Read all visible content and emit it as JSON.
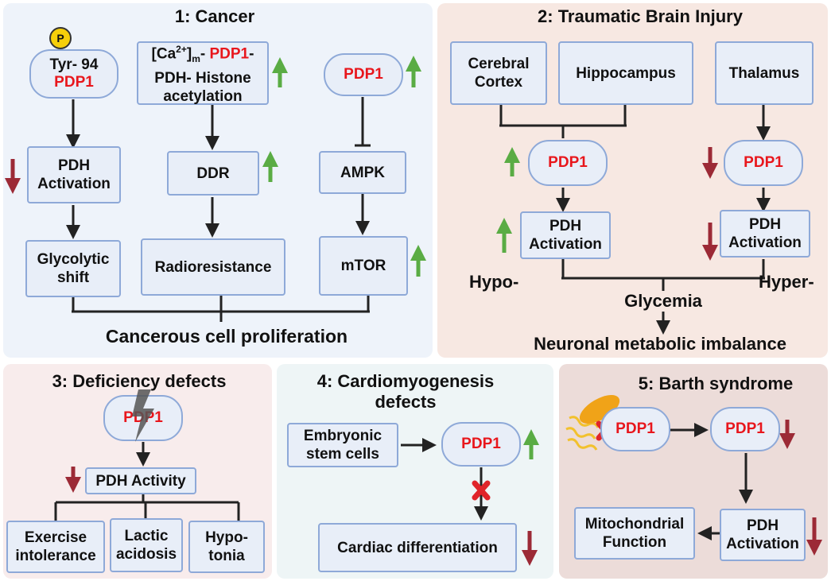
{
  "panels": {
    "cancer": {
      "title": "1: Cancer",
      "phospho_badge": "P",
      "tyr_line1": "Tyr- 94",
      "tyr_line2": "PDP1",
      "ca_pre": "[Ca",
      "ca_sup": "2+",
      "ca_mid": "]",
      "ca_sub": "m",
      "ca_dash": "- ",
      "ca_pdp1": "PDP1",
      "ca_after": "-",
      "ca_line2": "PDH- Histone",
      "ca_line3": "acetylation",
      "pdp1": "PDP1",
      "pdh_line1": "PDH",
      "pdh_line2": "Activation",
      "ddr": "DDR",
      "ampk": "AMPK",
      "glyco_line1": "Glycolytic",
      "glyco_line2": "shift",
      "radio": "Radioresistance",
      "mtor": "mTOR",
      "outcome": "Cancerous cell proliferation"
    },
    "tbi": {
      "title": "2: Traumatic Brain Injury",
      "cortex_line1": "Cerebral",
      "cortex_line2": "Cortex",
      "hippo": "Hippocampus",
      "thalamus": "Thalamus",
      "pdp1_left": "PDP1",
      "pdp1_right": "PDP1",
      "pdh_left_line1": "PDH",
      "pdh_left_line2": "Activation",
      "pdh_right_line1": "PDH",
      "pdh_right_line2": "Activation",
      "hypo": "Hypo-",
      "hyper": "Hyper-",
      "glycemia": "Glycemia",
      "outcome": "Neuronal metabolic imbalance"
    },
    "deficiency": {
      "title": "3: Deficiency defects",
      "pdp1": "PDP1",
      "pdh_activity": "PDH Activity",
      "ex_line1": "Exercise",
      "ex_line2": "intolerance",
      "lactic_line1": "Lactic",
      "lactic_line2": "acidosis",
      "hypo_line1": "Hypo-",
      "hypo_line2": "tonia"
    },
    "cardio": {
      "title_line1": "4: Cardiomyogenesis",
      "title_line2": "defects",
      "esc_line1": "Embryonic",
      "esc_line2": "stem cells",
      "pdp1": "PDP1",
      "cardiac": "Cardiac differentiation"
    },
    "barth": {
      "title": "5: Barth syndrome",
      "pdp1_left": "PDP1",
      "pdp1_right": "PDP1",
      "mito_line1": "Mitochondrial",
      "mito_line2": "Function",
      "pdh_line1": "PDH",
      "pdh_line2": "Activation"
    }
  },
  "colors": {
    "up_arrow": "#5aac44",
    "down_arrow": "#9c2a36",
    "highlight_text": "#e8161c",
    "box_fill": "#e8eef8",
    "box_border": "#8ea9d8"
  },
  "icons": [
    "phospho-badge",
    "up-arrow-icon",
    "down-arrow-icon",
    "inhibit-arrow-icon",
    "lightning-bolt-icon",
    "red-x-icon",
    "tafazzin-protein-icon"
  ]
}
